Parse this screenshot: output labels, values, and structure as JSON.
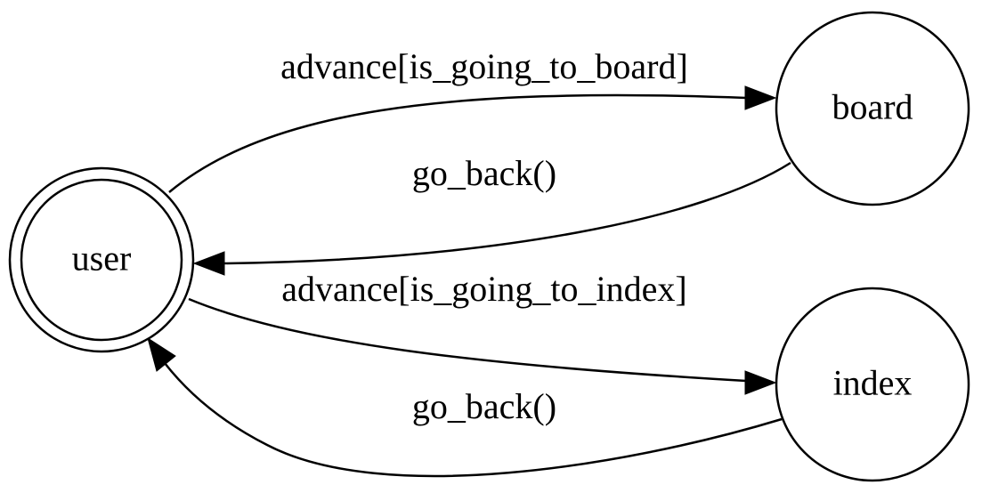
{
  "nodes": {
    "user": {
      "label": "user",
      "accepting": true
    },
    "board": {
      "label": "board"
    },
    "index": {
      "label": "index"
    }
  },
  "edges": [
    {
      "from": "user",
      "to": "board",
      "label": "advance[is_going_to_board]"
    },
    {
      "from": "board",
      "to": "user",
      "label": "go_back()"
    },
    {
      "from": "user",
      "to": "index",
      "label": "advance[is_going_to_index]"
    },
    {
      "from": "index",
      "to": "user",
      "label": "go_back()"
    }
  ]
}
